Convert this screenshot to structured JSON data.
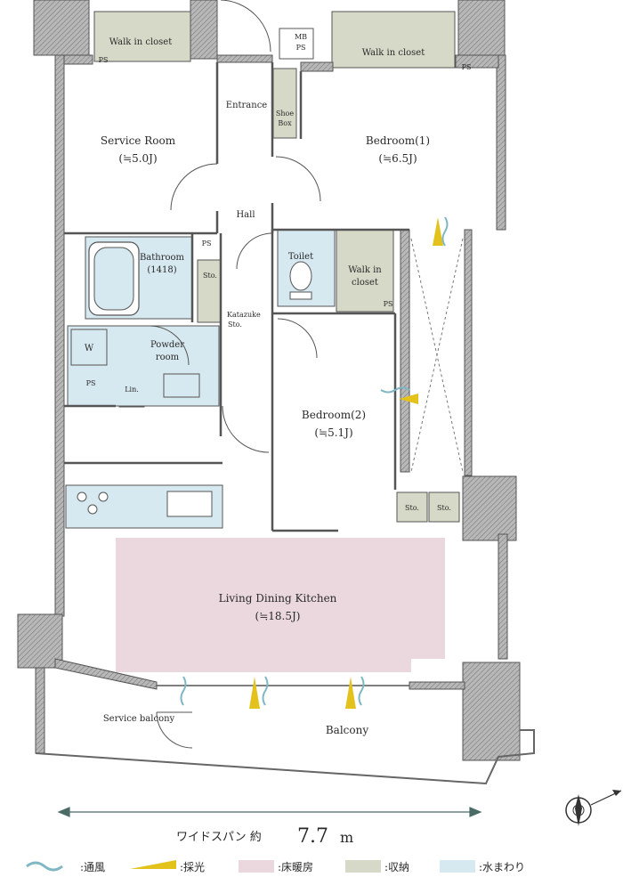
{
  "rooms": {
    "walk_in_closet_1": "Walk in closet",
    "walk_in_closet_2": "Walk in closet",
    "walk_in_closet_3_line1": "Walk in",
    "walk_in_closet_3_line2": "closet",
    "mb_ps_line1": "MB",
    "mb_ps_line2": "PS",
    "entrance": "Entrance",
    "shoe_box_line1": "Shoe",
    "shoe_box_line2": "Box",
    "service_room": "Service Room",
    "service_room_size": "(≒5.0J)",
    "bedroom1": "Bedroom(1)",
    "bedroom1_size": "(≒6.5J)",
    "hall": "Hall",
    "bathroom": "Bathroom",
    "bathroom_size": "(1418)",
    "toilet": "Toilet",
    "sto": "Sto.",
    "katazuke_line1": "Katazuke",
    "katazuke_line2": "Sto.",
    "powder_line1": "Powder",
    "powder_line2": "room",
    "washer": "W",
    "linen": "Lin.",
    "bedroom2": "Bedroom(2)",
    "bedroom2_size": "(≒5.1J)",
    "sto_a": "Sto.",
    "sto_b": "Sto.",
    "ldk": "Living Dining Kitchen",
    "ldk_size": "(≒18.5J)",
    "service_balcony": "Service balcony",
    "balcony": "Balcony",
    "ps": "PS"
  },
  "dimension": {
    "label": "ワイドスパン 約",
    "value": "7.7",
    "unit": "m"
  },
  "legend": [
    {
      "label": ":通風",
      "swatch": "wind",
      "color": "#7fb7c4"
    },
    {
      "label": ":採光",
      "swatch": "light",
      "color": "#e2c21b"
    },
    {
      "label": ":床暖房",
      "swatch": "box",
      "color": "#ead8de"
    },
    {
      "label": ":収納",
      "swatch": "box",
      "color": "#d6d9c8"
    },
    {
      "label": ":水まわり",
      "swatch": "box",
      "color": "#d6e8f0"
    }
  ],
  "colors": {
    "wall": "#7a7a7a",
    "wall_hatch": "#8a8a8a",
    "column": "#6e6e6e",
    "floor_heating": "#ead8de",
    "storage": "#d6d9c8",
    "water": "#d6e8f0",
    "wind": "#7fb7c4",
    "light": "#e2c21b",
    "dim_line": "#4a6b66"
  }
}
